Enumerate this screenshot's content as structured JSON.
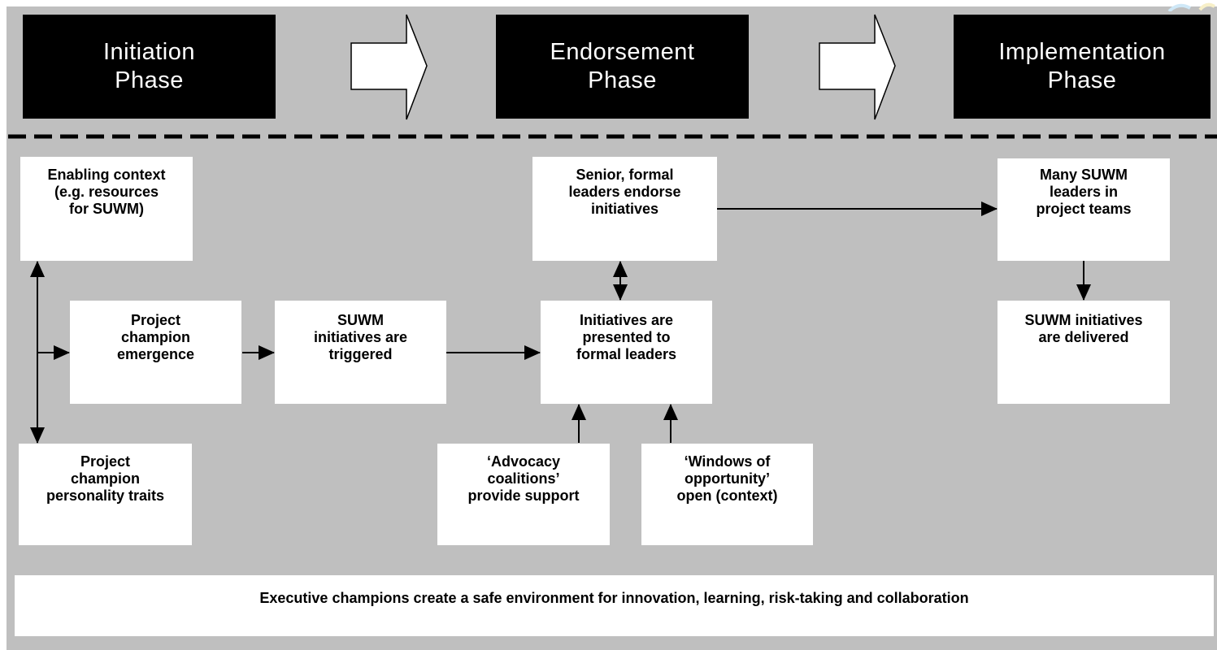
{
  "phases": {
    "initiation": "Initiation\nPhase",
    "endorsement": "Endorsement\nPhase",
    "implementation": "Implementation\nPhase"
  },
  "boxes": {
    "enabling_context": "Enabling context\n(e.g. resources\nfor SUWM)",
    "project_champion_emergence": "Project\nchampion\nemergence",
    "project_champion_traits": "Project\nchampion\npersonality traits",
    "suwm_triggered": "SUWM\ninitiatives are\ntriggered",
    "senior_leaders_endorse": "Senior, formal\nleaders endorse\ninitiatives",
    "initiatives_presented": "Initiatives are\npresented to\nformal leaders",
    "advocacy_coalitions": "‘Advocacy\ncoalitions’\nprovide support",
    "windows_of_opportunity": "‘Windows of\nopportunity’\nopen (context)",
    "many_suwm_leaders": "Many SUWM\nleaders in\nproject teams",
    "suwm_delivered": "SUWM initiatives\nare delivered"
  },
  "banner": "Executive champions create a safe environment for innovation, learning, risk-taking and collaboration",
  "colors": {
    "background": "#bfbfbf",
    "phase_fill": "#000000",
    "box_fill": "#ffffff",
    "arrow": "#000000"
  }
}
